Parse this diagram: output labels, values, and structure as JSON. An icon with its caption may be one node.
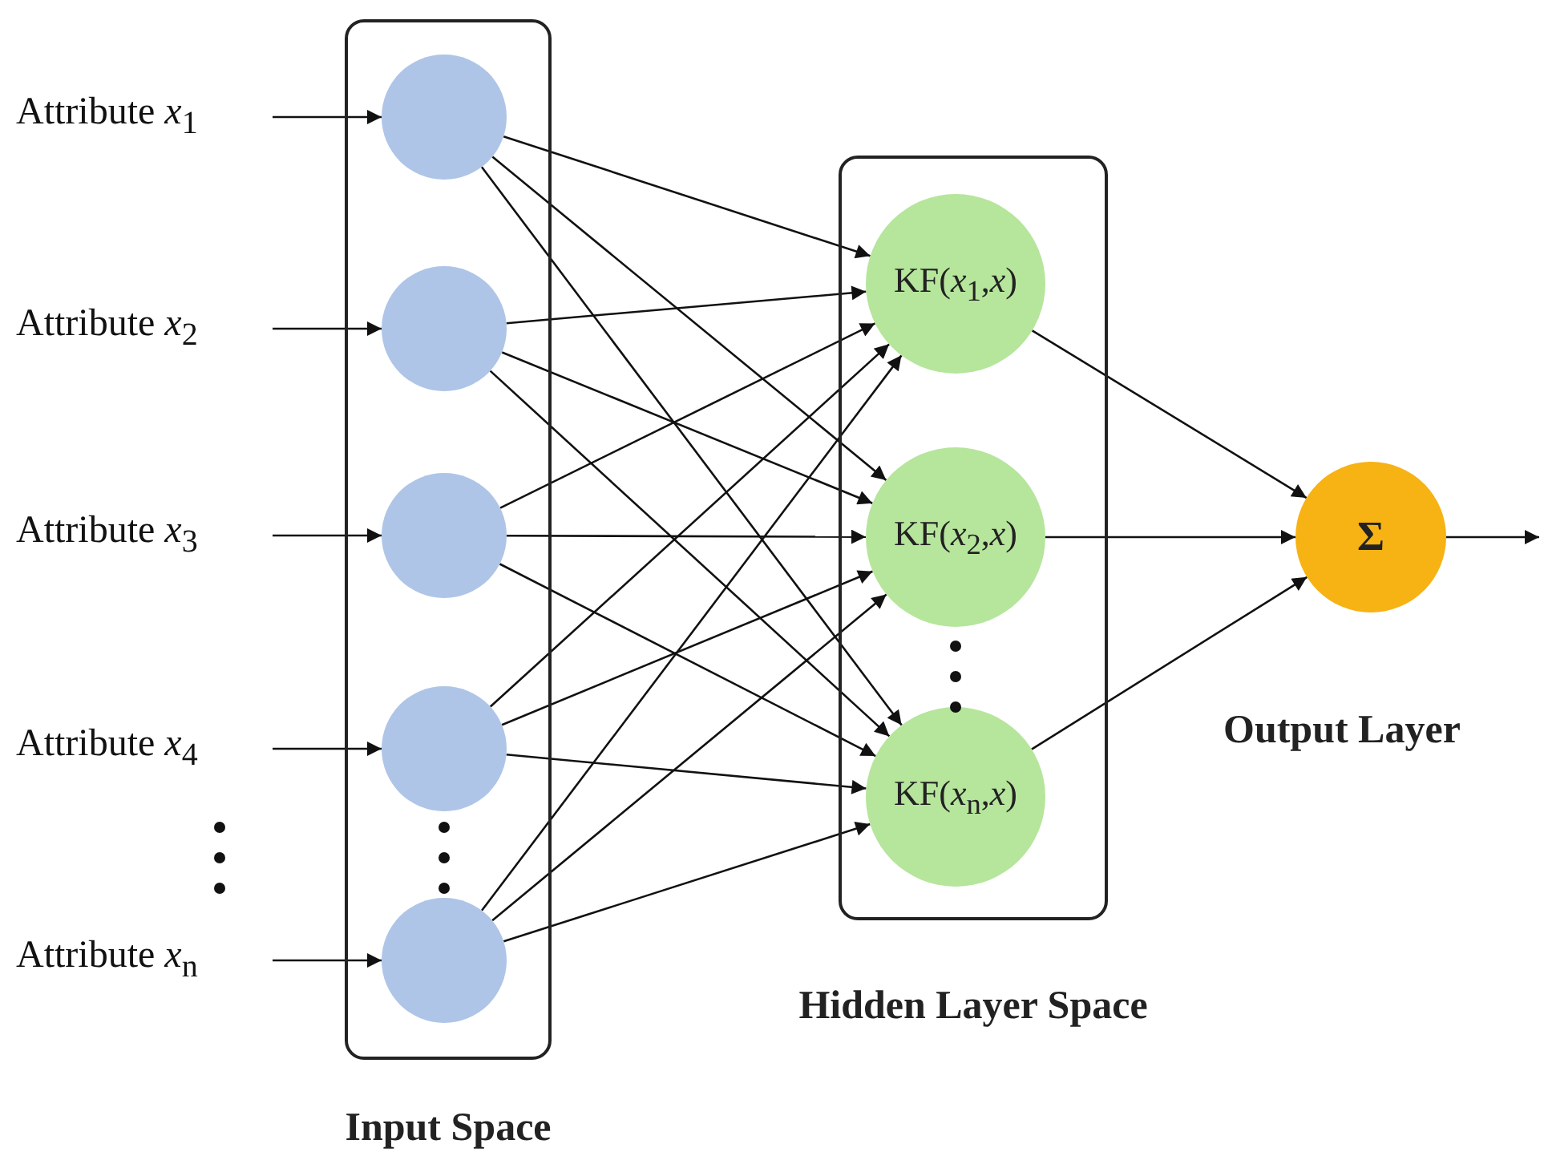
{
  "diagram": {
    "nodes": [
      {
        "text": [
          "Attribute *x*$_{1}$"
        ]
      },
      {
        "text": [
          "Attribute *x*$_{2}$"
        ]
      },
      {
        "text": [
          "Attribute *x*$_{3}$"
        ]
      },
      {
        "text": [
          "Attribute *x*$_{4}$"
        ]
      },
      {
        "text": [
          "Attribute *x*$_{n}$"
        ]
      },
      {
        "text": [
          "Input Space"
        ]
      },
      {
        "text": [],
        "shape": "circle",
        "in": 5
      },
      {
        "text": [],
        "shape": "circle",
        "in": 5
      },
      {
        "text": [],
        "shape": "circle",
        "in": 5
      },
      {
        "text": [],
        "shape": "circle",
        "in": 5
      },
      {
        "text": [],
        "shape": "circle",
        "in": 5
      },
      {
        "text": [
          "Hidden Layer Space"
        ]
      },
      {
        "text": [
          "KF(*x*$_{1}$,*x*)"
        ],
        "in": 11
      },
      {
        "text": [
          "KF(*x*$_{2}$,*x*)"
        ],
        "in": 11
      },
      {
        "text": [
          "KF(*x*$_{n}$,*x*)"
        ],
        "in": 11
      },
      {
        "text": [
          "Σ"
        ],
        "beside": [
          "Output Layer"
        ]
      }
    ],
    "edges": [
      {
        "from": 0,
        "to": 6,
        "arrow": "to"
      },
      {
        "from": 1,
        "to": 7,
        "arrow": "to"
      },
      {
        "from": 2,
        "to": 8,
        "arrow": "to"
      },
      {
        "from": 3,
        "to": 9,
        "arrow": "to"
      },
      {
        "from": 4,
        "to": 10,
        "arrow": "to"
      },
      {
        "from": 6,
        "to": 12,
        "arrow": "to"
      },
      {
        "from": 6,
        "to": 13,
        "arrow": "to"
      },
      {
        "from": 6,
        "to": 14,
        "arrow": "to"
      },
      {
        "from": 7,
        "to": 12,
        "arrow": "to"
      },
      {
        "from": 7,
        "to": 13,
        "arrow": "to"
      },
      {
        "from": 7,
        "to": 14,
        "arrow": "to"
      },
      {
        "from": 8,
        "to": 12,
        "arrow": "to"
      },
      {
        "from": 8,
        "to": 13,
        "arrow": "to"
      },
      {
        "from": 8,
        "to": 14,
        "arrow": "to"
      },
      {
        "from": 9,
        "to": 12,
        "arrow": "to"
      },
      {
        "from": 9,
        "to": 13,
        "arrow": "to"
      },
      {
        "from": 9,
        "to": 14,
        "arrow": "to"
      },
      {
        "from": 10,
        "to": 12,
        "arrow": "to"
      },
      {
        "from": 10,
        "to": 13,
        "arrow": "to"
      },
      {
        "from": 10,
        "to": 14,
        "arrow": "to"
      },
      {
        "from": 12,
        "to": 15,
        "arrow": "to"
      },
      {
        "from": 13,
        "to": 15,
        "arrow": "to"
      },
      {
        "from": 14,
        "to": 15,
        "arrow": "to"
      },
      {
        "from": 15,
        "to": null,
        "arrow": "to"
      }
    ]
  }
}
